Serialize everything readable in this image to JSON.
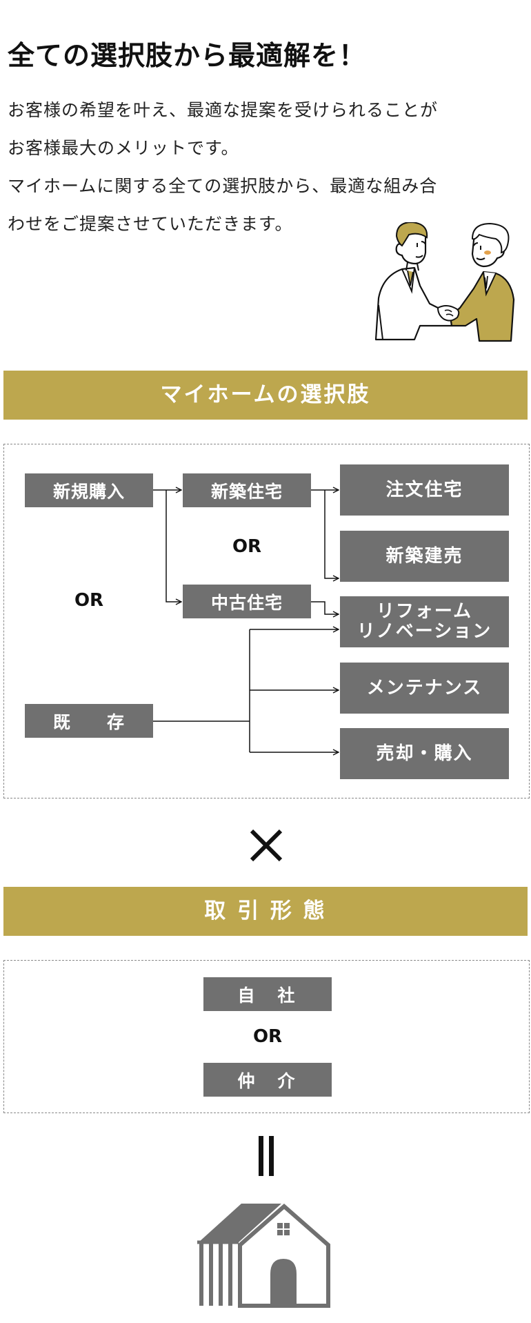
{
  "header": {
    "title": "全ての選択肢から最適解を！",
    "intro": [
      "お客様の希望を叶え、最適な提案を受けられることが",
      "お客様最大のメリットです。",
      "マイホームに関する全ての選択肢から、最適な組み合",
      "わせをご提案させていただきます。"
    ]
  },
  "section1": {
    "heading": "マイホームの選択肢"
  },
  "flow": {
    "new_purchase": "新規購入",
    "existing": "既　　存",
    "or_left": "OR",
    "new_house": "新築住宅",
    "used_house": "中古住宅",
    "or_mid": "OR",
    "options": [
      {
        "line1": "注文住宅",
        "line2": ""
      },
      {
        "line1": "新築建売",
        "line2": ""
      },
      {
        "line1": "リフォーム",
        "line2": "リノベーション"
      },
      {
        "line1": "メンテナンス",
        "line2": ""
      },
      {
        "line1": "売却・購入",
        "line2": ""
      }
    ]
  },
  "cross_symbol": "✕",
  "section2": {
    "heading": "取 引 形 態",
    "own_company": "自　社",
    "or": "OR",
    "brokerage": "仲　介"
  },
  "colors": {
    "gold": "#bda74e",
    "gray_box": "#707070"
  },
  "icons": [
    "handshake-illustration-icon",
    "house-icon",
    "equals-icon",
    "cross-icon"
  ]
}
